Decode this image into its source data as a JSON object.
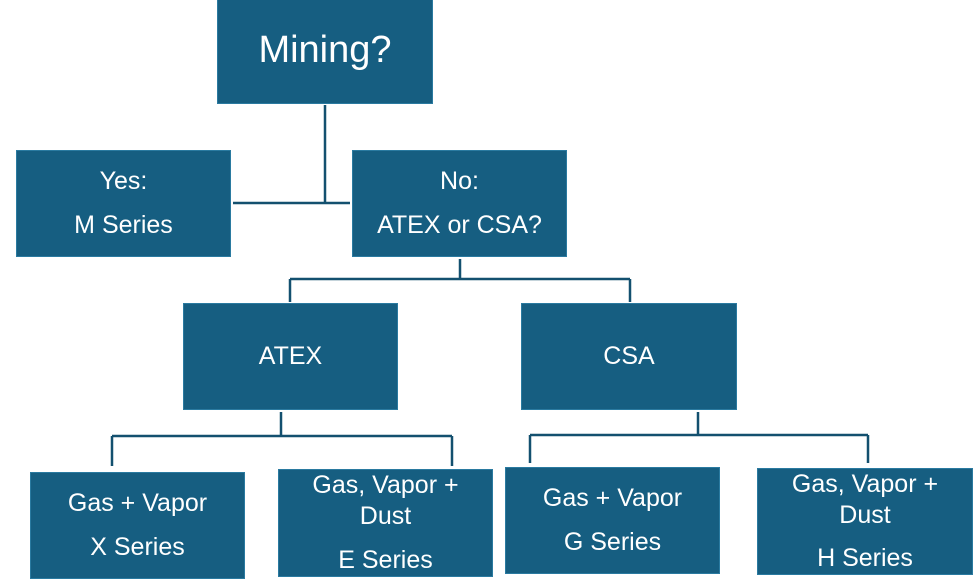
{
  "colors": {
    "box_fill": "#165E81",
    "connector": "#13506F",
    "text": "#FFFFFF"
  },
  "nodes": {
    "root": {
      "lines": [
        "Mining?"
      ]
    },
    "yes": {
      "lines": [
        "Yes:",
        "M Series"
      ]
    },
    "no": {
      "lines": [
        "No:",
        "ATEX or CSA?"
      ]
    },
    "atex": {
      "lines": [
        "ATEX"
      ]
    },
    "csa": {
      "lines": [
        "CSA"
      ]
    },
    "atex_gas": {
      "lines": [
        "Gas + Vapor",
        "X Series"
      ]
    },
    "atex_dust": {
      "lines": [
        "Gas, Vapor +",
        "Dust",
        "E Series"
      ]
    },
    "csa_gas": {
      "lines": [
        "Gas + Vapor",
        "G Series"
      ]
    },
    "csa_dust": {
      "lines": [
        "Gas, Vapor +",
        "Dust",
        "H Series"
      ]
    }
  },
  "edges": [
    [
      "root",
      "yes"
    ],
    [
      "root",
      "no"
    ],
    [
      "no",
      "atex"
    ],
    [
      "no",
      "csa"
    ],
    [
      "atex",
      "atex_gas"
    ],
    [
      "atex",
      "atex_dust"
    ],
    [
      "csa",
      "csa_gas"
    ],
    [
      "csa",
      "csa_dust"
    ]
  ]
}
